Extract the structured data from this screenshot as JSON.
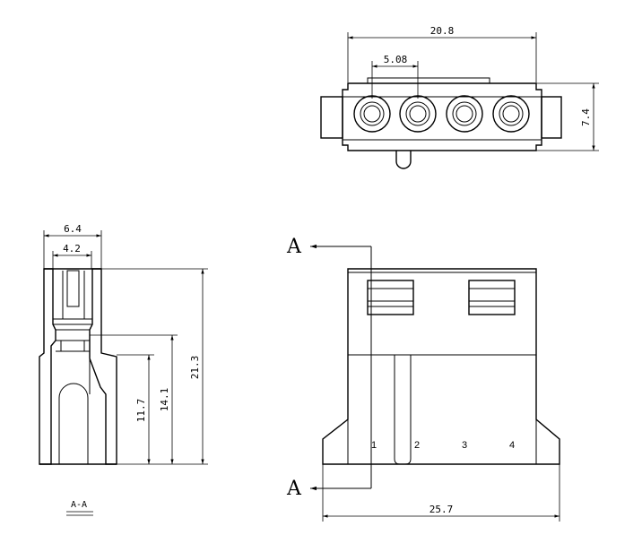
{
  "dimensions": {
    "top_width": "20.8",
    "pitch": "5.08",
    "top_height": "7.4",
    "side_outer_width": "6.4",
    "side_inner_width": "4.2",
    "side_total_height": "21.3",
    "side_mid_height": "14.1",
    "side_low_height": "11.7",
    "front_width": "25.7"
  },
  "section": {
    "marker_top": "A",
    "marker_bottom": "A",
    "caption": "A-A"
  },
  "pins": [
    "1",
    "2",
    "3",
    "4"
  ]
}
